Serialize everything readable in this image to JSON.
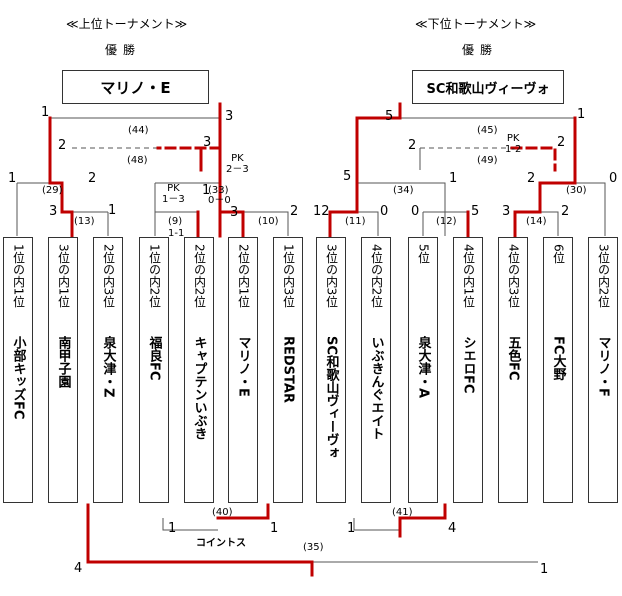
{
  "upper": {
    "title": "≪上位トーナメント≫",
    "winner_label": "優勝",
    "winner": "マリノ・E"
  },
  "lower": {
    "title": "≪下位トーナメント≫",
    "winner_label": "優勝",
    "winner": "SC和歌山ヴィーヴォ"
  },
  "teams": [
    {
      "rank": "1位の内1位",
      "name": "小部キッズFC"
    },
    {
      "rank": "3位の内1位",
      "name": "南甲子園"
    },
    {
      "rank": "2位の内3位",
      "name": "泉大津・Z"
    },
    {
      "rank": "1位の内2位",
      "name": "福良FC"
    },
    {
      "rank": "2位の内2位",
      "name": "キャプテンいぶき"
    },
    {
      "rank": "2位の内1位",
      "name": "マリノ・E"
    },
    {
      "rank": "1位の内3位",
      "name": "REDSTAR"
    },
    {
      "rank": "3位の内3位",
      "name": "SC和歌山ヴィーヴォ"
    },
    {
      "rank": "4位の内2位",
      "name": "いぶきんぐエイト"
    },
    {
      "rank": "5位",
      "name": "泉大津・A"
    },
    {
      "rank": "4位の内1位",
      "name": "シエロFC"
    },
    {
      "rank": "4位の内3位",
      "name": "五色FC"
    },
    {
      "rank": "6位",
      "name": "FC大野"
    },
    {
      "rank": "3位の内2位",
      "name": "マリノ・F"
    }
  ],
  "matches": {
    "m44": "(44)",
    "m48": "(48)",
    "m29": "(29)",
    "m33": "(33)",
    "m13": "(13)",
    "m9": "(9)",
    "m10": "(10)",
    "m45": "(45)",
    "m49": "(49)",
    "m34": "(34)",
    "m30": "(30)",
    "m11": "(11)",
    "m12": "(12)",
    "m14": "(14)",
    "m40": "(40)",
    "m41": "(41)",
    "m35": "(35)"
  },
  "scores": {
    "s44l": "1",
    "s44r": "3",
    "s48l": "2",
    "s48r": "3",
    "s29l": "1",
    "s29r": "2",
    "s13l": "3",
    "s13r": "1",
    "s33l": "1",
    "s33r": "3",
    "s33pk": "0－0",
    "s10r": "2",
    "s9pk": "1-1",
    "s45l": "5",
    "s45r": "1",
    "s49l": "2",
    "s49r": "2",
    "s34l": "5",
    "s34r": "1",
    "s30l": "2",
    "s30r": "0",
    "s11l": "12",
    "s11r": "0",
    "s12l": "0",
    "s12r": "5",
    "s14l": "3",
    "s14r": "2",
    "s40l": "1",
    "s40r": "1",
    "s41l": "1",
    "s41r": "4",
    "s35l": "4",
    "s35r": "1"
  },
  "notes": {
    "pk_upper": "PK\n2－3",
    "pk_9": "PK\n1－3",
    "pk_49": "PK\n1-2",
    "cointoss": "コイントス"
  }
}
